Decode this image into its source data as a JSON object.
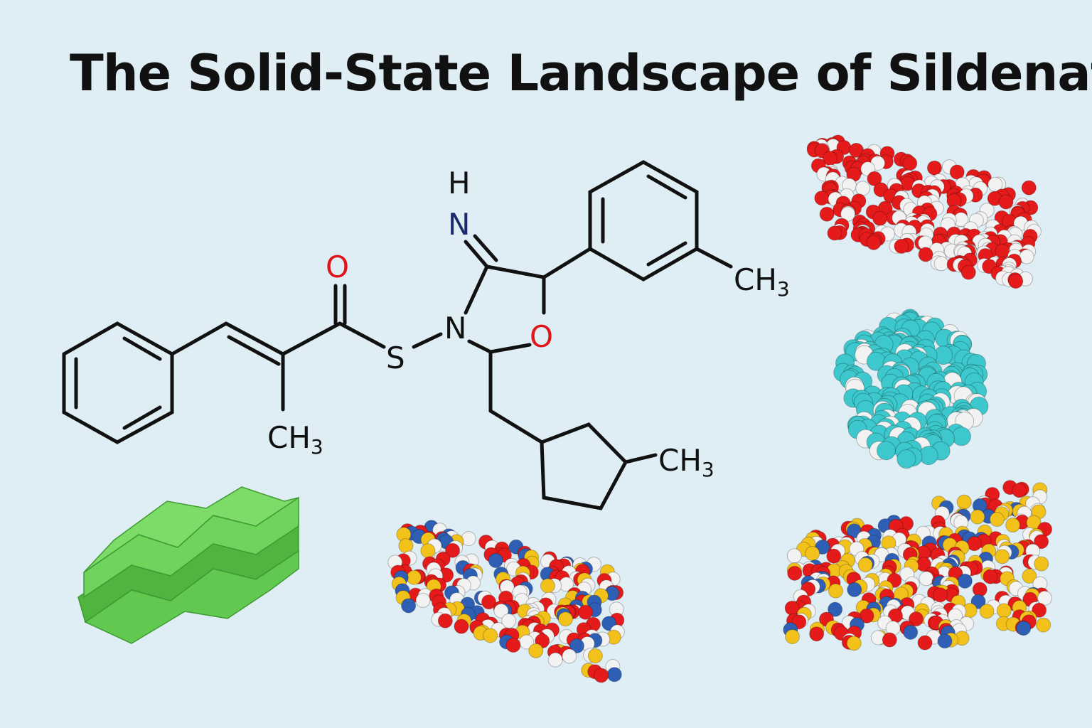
{
  "title": "The Solid-State Landscape of Sildenafil",
  "atoms": {
    "carbonyl_o": "O",
    "sulfur": "S",
    "ring_n": "N",
    "ring_o": "O",
    "imine_n": "N",
    "imine_h": "H",
    "methyl_alkene": "CH",
    "methyl_aryl": "CH",
    "methyl_cyclopentyl": "CH",
    "methyl_sub": "3"
  },
  "colors": {
    "background": "#dfeef5",
    "bond": "#111111",
    "oxygen_label": "#e0151b",
    "nitrogen_label": "#1a2a6c",
    "atom_red": "#e51a1a",
    "atom_white": "#f2f2f2",
    "atom_blue": "#2f5fb5",
    "atom_yellow": "#f2c21a",
    "atom_cyan": "#3cc8cc",
    "layer_green": "#5cc64a"
  }
}
